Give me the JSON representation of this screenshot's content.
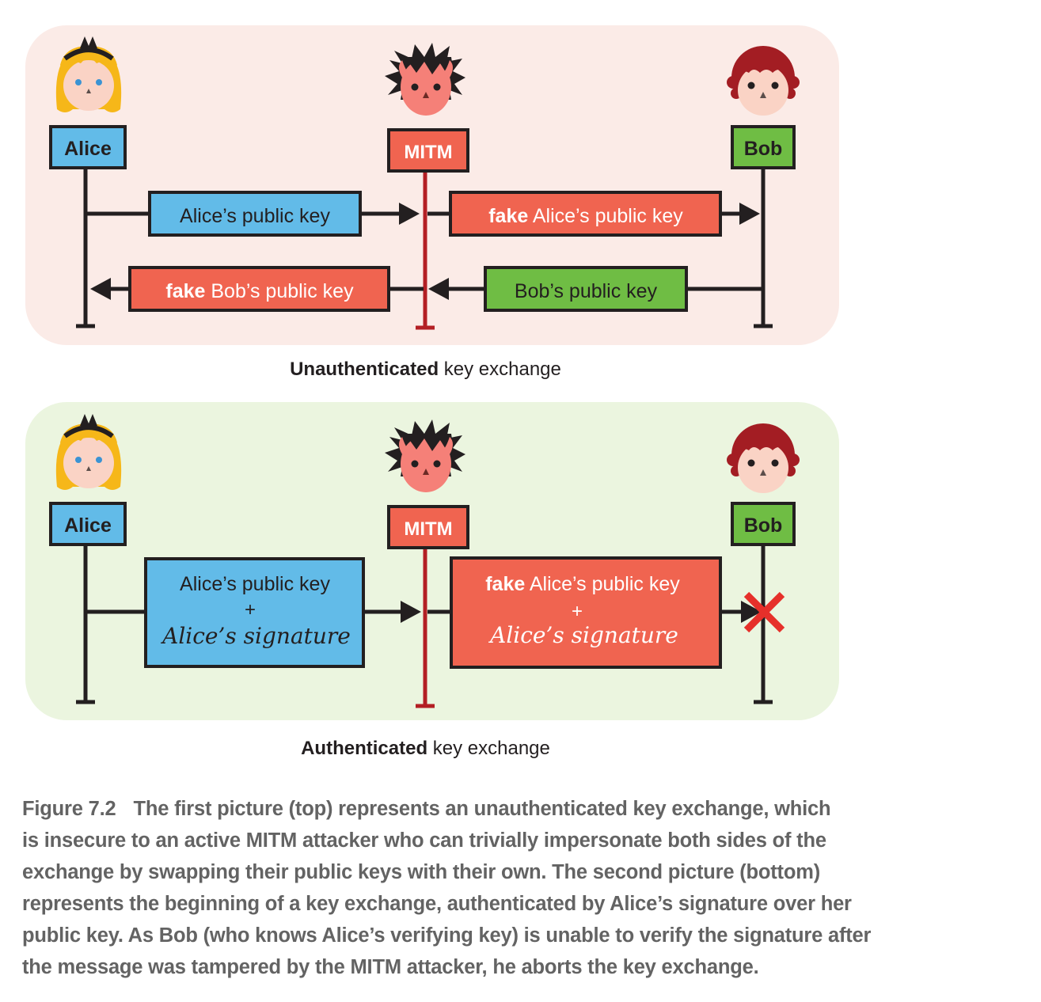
{
  "colors": {
    "alice": "#62bbe8",
    "mitm": "#f06450",
    "bob": "#6fbd44",
    "mitm_line": "#b31f24",
    "line": "#231f20",
    "reject_x": "#e6302a",
    "top_panel_bg": "#fbebe7",
    "bottom_panel_bg": "#ebf5df"
  },
  "actors": {
    "alice": "Alice",
    "mitm": "MITM",
    "bob": "Bob"
  },
  "top": {
    "msg1": "Alice’s public key",
    "msg2_bold": "fake",
    "msg2": " Alice’s public key",
    "msg3_bold": "fake",
    "msg3": " Bob’s public key",
    "msg4": "Bob’s public key",
    "caption_bold": "Unauthenticated",
    "caption": " key exchange"
  },
  "bottom": {
    "msg1_line1": "Alice’s public key",
    "msg1_plus": "+",
    "msg1_sig": "Alice’s signature",
    "msg2_bold": "fake",
    "msg2_line1": " Alice’s public key",
    "msg2_plus": "+",
    "msg2_sig": "Alice’s signature",
    "caption_bold": "Authenticated",
    "caption": " key exchange"
  },
  "figure": {
    "label": "Figure 7.2",
    "lines": [
      "The first picture (top) represents an unauthenticated key exchange, which",
      "is insecure to an active MITM attacker who can trivially impersonate both sides of the",
      "exchange by swapping their public keys with their own. The second picture (bottom)",
      "represents the beginning of a key exchange, authenticated by Alice’s signature over her",
      "public key. As Bob (who knows Alice’s verifying key) is unable to verify the signature after",
      "the message was tampered by the MITM attacker, he aborts the key exchange."
    ]
  }
}
